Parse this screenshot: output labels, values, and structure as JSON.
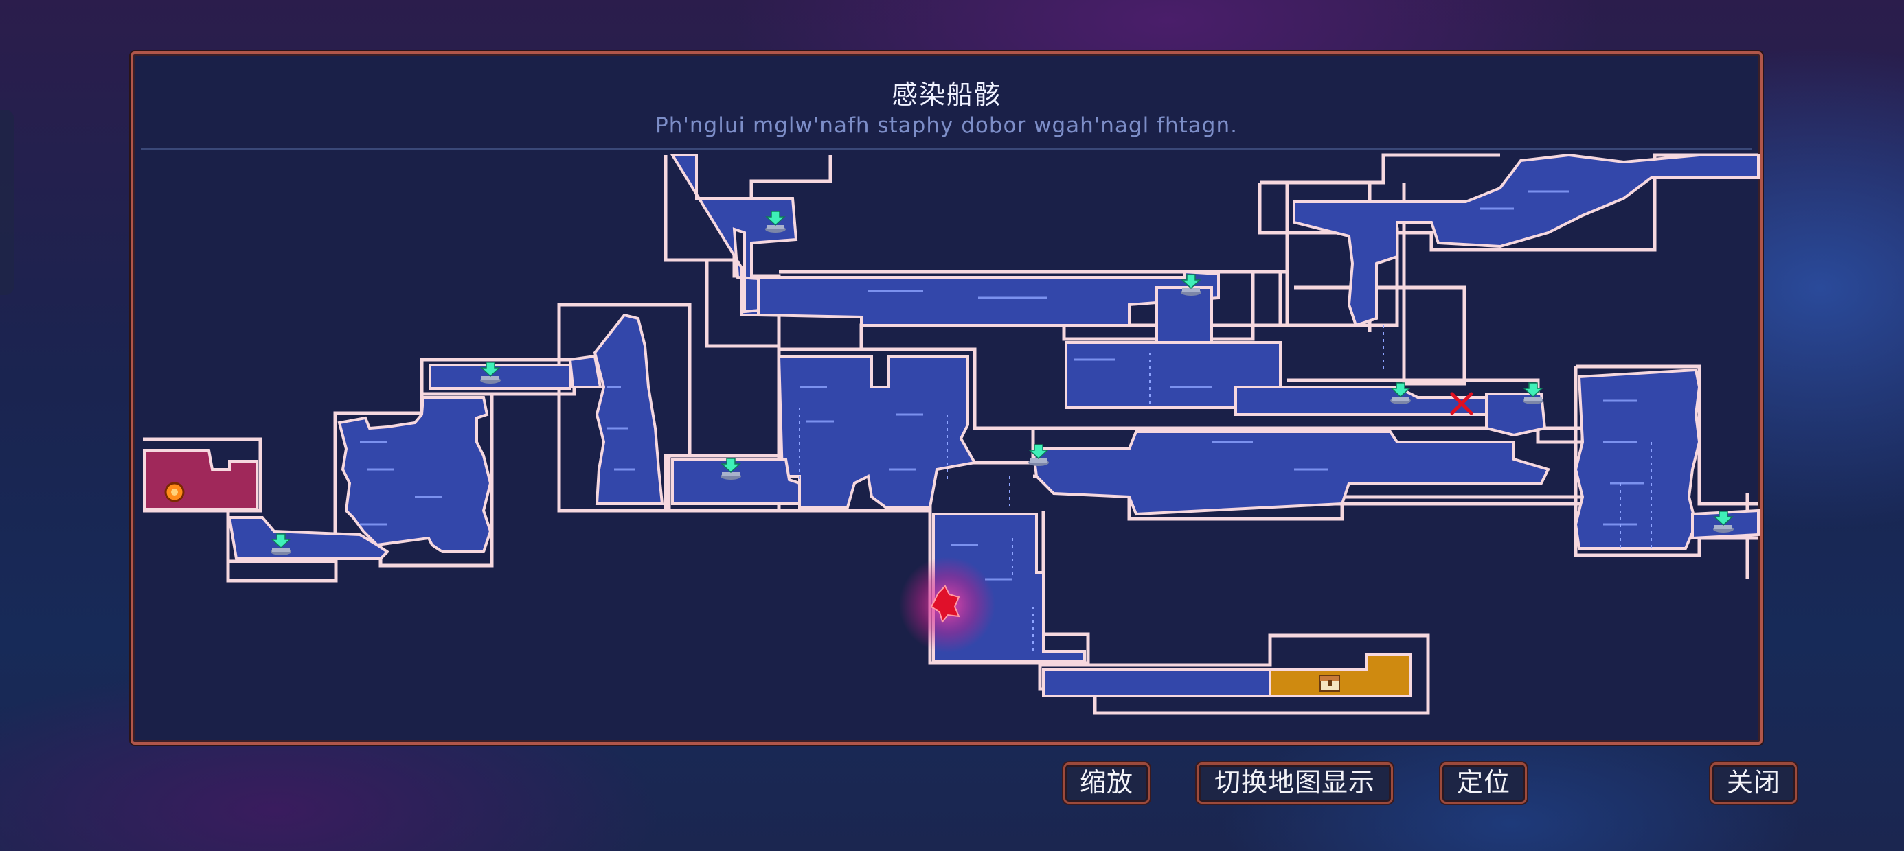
{
  "map": {
    "title": "感染船骸",
    "subtitle": "Ph'nglui mglw'nafh staphy dobor wgah'nagl fhtagn."
  },
  "buttons": {
    "zoom": "缩放",
    "toggle_display": "切换地图显示",
    "locate": "定位",
    "close": "关闭"
  },
  "icons": {
    "teleporter": "green-arrow-teleport-icon",
    "player": "player-position-icon",
    "treasure": "treasure-chest-icon",
    "door": "orange-door-icon",
    "marker": "red-x-marker-icon"
  },
  "colors": {
    "room_explored": "#3347aa",
    "room_wall": "#f6d8df",
    "room_special": "#a0285a",
    "room_treasure": "#cf8a10",
    "frame_border": "#b0564a",
    "background": "#1a2048"
  }
}
